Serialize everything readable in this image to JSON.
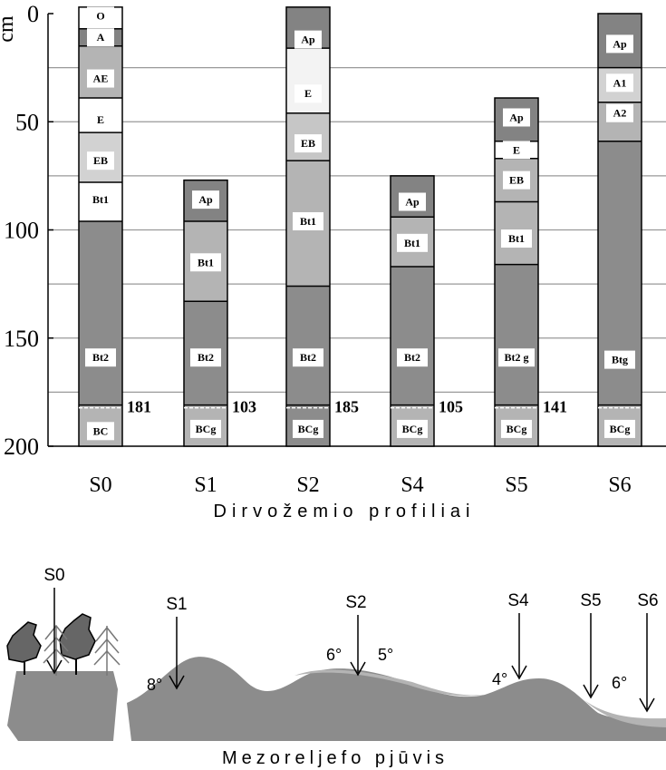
{
  "top_diagram": {
    "y_unit": "cm",
    "y_ticks": [
      "0",
      "50",
      "100",
      "150",
      "200"
    ],
    "x_caption": "Dirvožemio profiliai",
    "max_depth": 200,
    "profiles": [
      {
        "name": "S0",
        "depth_label": "181",
        "layers": [
          {
            "label": "O",
            "top": -3,
            "bottom": 7,
            "color": "#ffffff",
            "label_depth": 1
          },
          {
            "label": "A",
            "top": 7,
            "bottom": 15,
            "color": "#838383",
            "label_depth": 11
          },
          {
            "label": "AE",
            "top": 15,
            "bottom": 39,
            "color": "#b4b4b4",
            "label_depth": 30
          },
          {
            "label": "E",
            "top": 39,
            "bottom": 55,
            "color": "#ffffff",
            "label_depth": 49
          },
          {
            "label": "EB",
            "top": 55,
            "bottom": 78,
            "color": "#d2d2d2",
            "label_depth": 68
          },
          {
            "label": "Bt1",
            "top": 78,
            "bottom": 96,
            "color": "#ffffff",
            "label_depth": 86
          },
          {
            "label": "Bt2",
            "top": 96,
            "bottom": 181,
            "color": "#8c8c8c",
            "label_depth": 159
          },
          {
            "label": "BC",
            "top": 181,
            "bottom": 200,
            "color": "#b4b4b4",
            "label_depth": 193
          }
        ]
      },
      {
        "name": "S1",
        "depth_label": "103",
        "layers": [
          {
            "label": "Ap",
            "top": 77,
            "bottom": 96,
            "color": "#838383",
            "label_depth": 86
          },
          {
            "label": "Bt1",
            "top": 96,
            "bottom": 133,
            "color": "#b4b4b4",
            "label_depth": 115
          },
          {
            "label": "Bt2",
            "top": 133,
            "bottom": 181,
            "color": "#8c8c8c",
            "label_depth": 159
          },
          {
            "label": "BCg",
            "top": 181,
            "bottom": 200,
            "color": "#b4b4b4",
            "label_depth": 192
          }
        ]
      },
      {
        "name": "S2",
        "depth_label": "185",
        "layers": [
          {
            "label": "Ap",
            "top": -3,
            "bottom": 16,
            "color": "#838383",
            "label_depth": 12
          },
          {
            "label": "E",
            "top": 16,
            "bottom": 46,
            "color": "#f3f3f3",
            "label_depth": 37
          },
          {
            "label": "EB",
            "top": 46,
            "bottom": 68,
            "color": "#c6c6c6",
            "label_depth": 60
          },
          {
            "label": "Bt1",
            "top": 68,
            "bottom": 126,
            "color": "#b4b4b4",
            "label_depth": 96
          },
          {
            "label": "Bt2",
            "top": 126,
            "bottom": 181,
            "color": "#8c8c8c",
            "label_depth": 159
          },
          {
            "label": "BCg",
            "top": 181,
            "bottom": 200,
            "color": "#8c8c8c",
            "label_depth": 192
          }
        ]
      },
      {
        "name": "S4",
        "depth_label": "105",
        "layers": [
          {
            "label": "Ap",
            "top": 75,
            "bottom": 94,
            "color": "#838383",
            "label_depth": 87
          },
          {
            "label": "Bt1",
            "top": 94,
            "bottom": 117,
            "color": "#b4b4b4",
            "label_depth": 106
          },
          {
            "label": "Bt2",
            "top": 117,
            "bottom": 181,
            "color": "#8c8c8c",
            "label_depth": 159
          },
          {
            "label": "BCg",
            "top": 181,
            "bottom": 200,
            "color": "#b4b4b4",
            "label_depth": 192
          }
        ]
      },
      {
        "name": "S5",
        "depth_label": "141",
        "layers": [
          {
            "label": "Ap",
            "top": 39,
            "bottom": 59,
            "color": "#838383",
            "label_depth": 48
          },
          {
            "label": "E",
            "top": 59,
            "bottom": 67,
            "color": "#ffffff",
            "label_depth": 63
          },
          {
            "label": "EB",
            "top": 67,
            "bottom": 87,
            "color": "#b4b4b4",
            "label_depth": 77
          },
          {
            "label": "Bt1",
            "top": 87,
            "bottom": 116,
            "color": "#b4b4b4",
            "label_depth": 104
          },
          {
            "label": "Bt2 g",
            "top": 116,
            "bottom": 181,
            "color": "#8c8c8c",
            "label_depth": 159
          },
          {
            "label": "BCg",
            "top": 181,
            "bottom": 200,
            "color": "#b4b4b4",
            "label_depth": 192
          }
        ]
      },
      {
        "name": "S6",
        "depth_label": "",
        "layers": [
          {
            "label": "Ap",
            "top": 0,
            "bottom": 25,
            "color": "#838383",
            "label_depth": 14
          },
          {
            "label": "A1",
            "top": 25,
            "bottom": 41,
            "color": "#d2d2d2",
            "label_depth": 32
          },
          {
            "label": "A2",
            "top": 41,
            "bottom": 59,
            "color": "#b4b4b4",
            "label_depth": 46
          },
          {
            "label": "Btg",
            "top": 59,
            "bottom": 181,
            "color": "#8c8c8c",
            "label_depth": 160
          },
          {
            "label": "BCg",
            "top": 181,
            "bottom": 200,
            "color": "#b4b4b4",
            "label_depth": 192
          }
        ]
      }
    ]
  },
  "bottom_diagram": {
    "caption": "Mezoreljefo pjūvis",
    "site_labels": [
      "S0",
      "S1",
      "S2",
      "S4",
      "S5",
      "S6"
    ],
    "slope_labels": [
      "8°",
      "6°",
      "5°",
      "4°",
      "6°"
    ]
  },
  "colors": {
    "ground": "#8c8c8c",
    "ground_edge": "#b4b4b4",
    "grid": "#999999",
    "outline": "#000000"
  }
}
